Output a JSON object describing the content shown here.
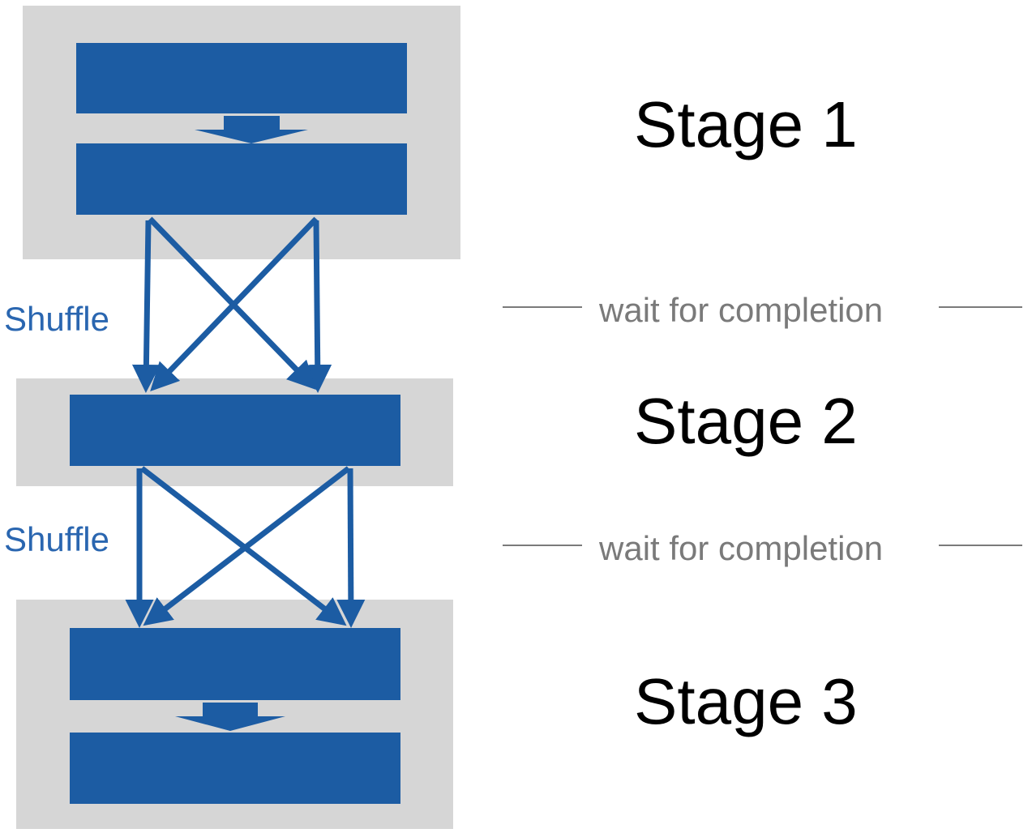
{
  "colors": {
    "background": "#ffffff",
    "stage_panel": "#d6d6d6",
    "task_block": "#1c5ca3",
    "shuffle_text": "#2a66b0",
    "wait_text": "#7a7a7a",
    "wait_line": "#7a7a7a",
    "stage_text": "#000000"
  },
  "stages": [
    {
      "label": "Stage 1"
    },
    {
      "label": "Stage 2"
    },
    {
      "label": "Stage 3"
    }
  ],
  "shuffles": [
    {
      "label": "Shuffle"
    },
    {
      "label": "Shuffle"
    }
  ],
  "barriers": [
    {
      "label": "wait for completion"
    },
    {
      "label": "wait for completion"
    }
  ]
}
